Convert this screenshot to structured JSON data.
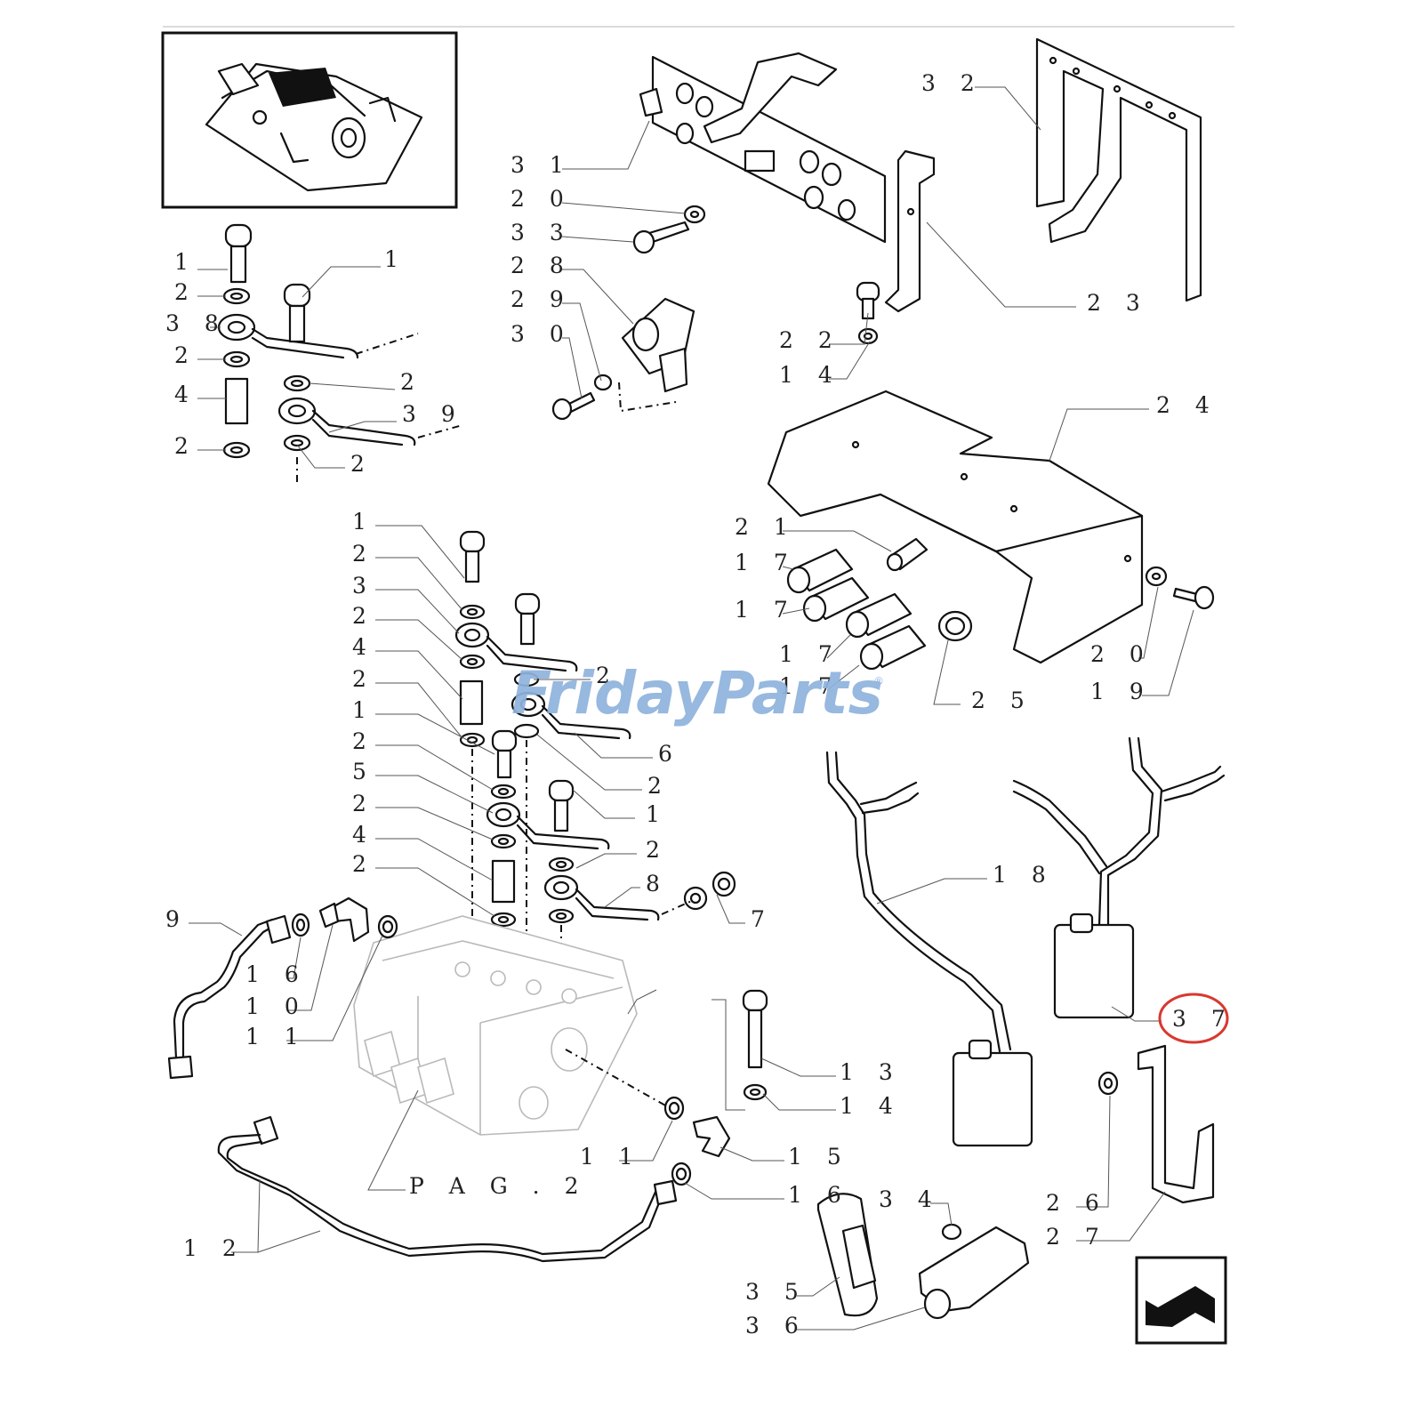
{
  "watermark": {
    "part1": "Friday",
    "part2": "Parts",
    "mark": "®",
    "color_main": "#8fb3dd",
    "color_accent": "#f0a534"
  },
  "highlight": {
    "label": "3 7",
    "color": "#d9382f"
  },
  "callouts": [
    {
      "id": "c1a",
      "text": "1"
    },
    {
      "id": "c1b",
      "text": "1"
    },
    {
      "id": "c2a",
      "text": "2"
    },
    {
      "id": "c38",
      "text": "3 8"
    },
    {
      "id": "c2b",
      "text": "2"
    },
    {
      "id": "c2c",
      "text": "2"
    },
    {
      "id": "c4a",
      "text": "4"
    },
    {
      "id": "c39",
      "text": "3 9"
    },
    {
      "id": "c2d",
      "text": "2"
    },
    {
      "id": "c2e",
      "text": "2"
    },
    {
      "id": "c31",
      "text": "3 1"
    },
    {
      "id": "c20a",
      "text": "2 0"
    },
    {
      "id": "c33",
      "text": "3 3"
    },
    {
      "id": "c28",
      "text": "2 8"
    },
    {
      "id": "c29",
      "text": "2 9"
    },
    {
      "id": "c30",
      "text": "3 0"
    },
    {
      "id": "c32",
      "text": "3 2"
    },
    {
      "id": "c23",
      "text": "2 3"
    },
    {
      "id": "c22",
      "text": "2 2"
    },
    {
      "id": "c14a",
      "text": "1 4"
    },
    {
      "id": "c24",
      "text": "2 4"
    },
    {
      "id": "c21",
      "text": "2 1"
    },
    {
      "id": "c17a",
      "text": "1 7"
    },
    {
      "id": "c17b",
      "text": "1 7"
    },
    {
      "id": "c17c",
      "text": "1 7"
    },
    {
      "id": "c17d",
      "text": "1 7"
    },
    {
      "id": "c25",
      "text": "2 5"
    },
    {
      "id": "c20b",
      "text": "2 0"
    },
    {
      "id": "c19",
      "text": "1 9"
    },
    {
      "id": "m1a",
      "text": "1"
    },
    {
      "id": "m2a",
      "text": "2"
    },
    {
      "id": "m3",
      "text": "3"
    },
    {
      "id": "m2b",
      "text": "2"
    },
    {
      "id": "m4a",
      "text": "4"
    },
    {
      "id": "m2c",
      "text": "2"
    },
    {
      "id": "m1b",
      "text": "1"
    },
    {
      "id": "m2d",
      "text": "2"
    },
    {
      "id": "m5",
      "text": "5"
    },
    {
      "id": "m2e",
      "text": "2"
    },
    {
      "id": "m4b",
      "text": "4"
    },
    {
      "id": "m2f",
      "text": "2"
    },
    {
      "id": "m2g",
      "text": "2"
    },
    {
      "id": "m6",
      "text": "6"
    },
    {
      "id": "m2h",
      "text": "2"
    },
    {
      "id": "m1c",
      "text": "1"
    },
    {
      "id": "m2i",
      "text": "2"
    },
    {
      "id": "m8",
      "text": "8"
    },
    {
      "id": "m7",
      "text": "7"
    },
    {
      "id": "c9",
      "text": "9"
    },
    {
      "id": "c16a",
      "text": "1 6"
    },
    {
      "id": "c10",
      "text": "1 0"
    },
    {
      "id": "c11a",
      "text": "1 1"
    },
    {
      "id": "c13",
      "text": "1 3"
    },
    {
      "id": "c14b",
      "text": "1 4"
    },
    {
      "id": "c11b",
      "text": "1 1"
    },
    {
      "id": "c15",
      "text": "1 5"
    },
    {
      "id": "c16b",
      "text": "1 6"
    },
    {
      "id": "cpag",
      "text": "P A G . 2"
    },
    {
      "id": "c12",
      "text": "1 2"
    },
    {
      "id": "c18",
      "text": "1 8"
    },
    {
      "id": "c26",
      "text": "2 6"
    },
    {
      "id": "c27",
      "text": "2 7"
    },
    {
      "id": "c34",
      "text": "3 4"
    },
    {
      "id": "c35",
      "text": "3 5"
    },
    {
      "id": "c36",
      "text": "3 6"
    }
  ]
}
